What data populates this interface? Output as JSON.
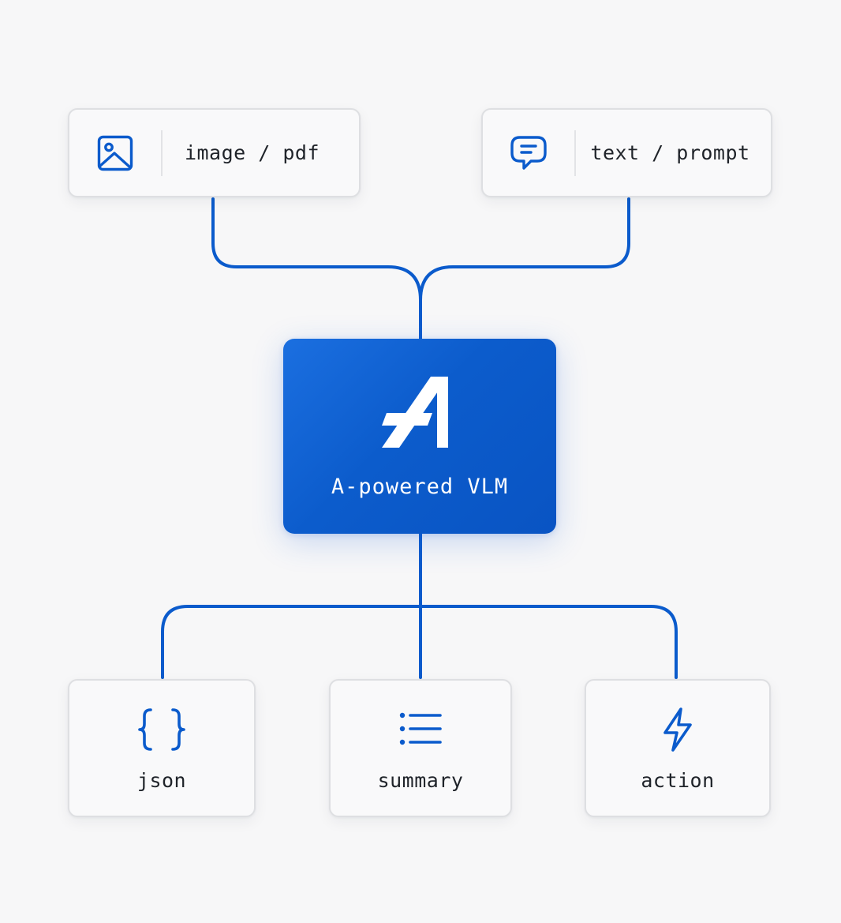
{
  "colors": {
    "accent": "#0b5bcc",
    "card_border": "#dedfe2",
    "background": "#f7f7f8",
    "text": "#1f2329"
  },
  "inputs": [
    {
      "label": "image / pdf",
      "icon": "image-icon"
    },
    {
      "label": "text / prompt",
      "icon": "chat-bubble-icon"
    }
  ],
  "model": {
    "label": "A-powered VLM",
    "icon": "a-logo-icon"
  },
  "outputs": [
    {
      "label": "json",
      "icon": "curly-braces-icon"
    },
    {
      "label": "summary",
      "icon": "list-icon"
    },
    {
      "label": "action",
      "icon": "lightning-bolt-icon"
    }
  ]
}
